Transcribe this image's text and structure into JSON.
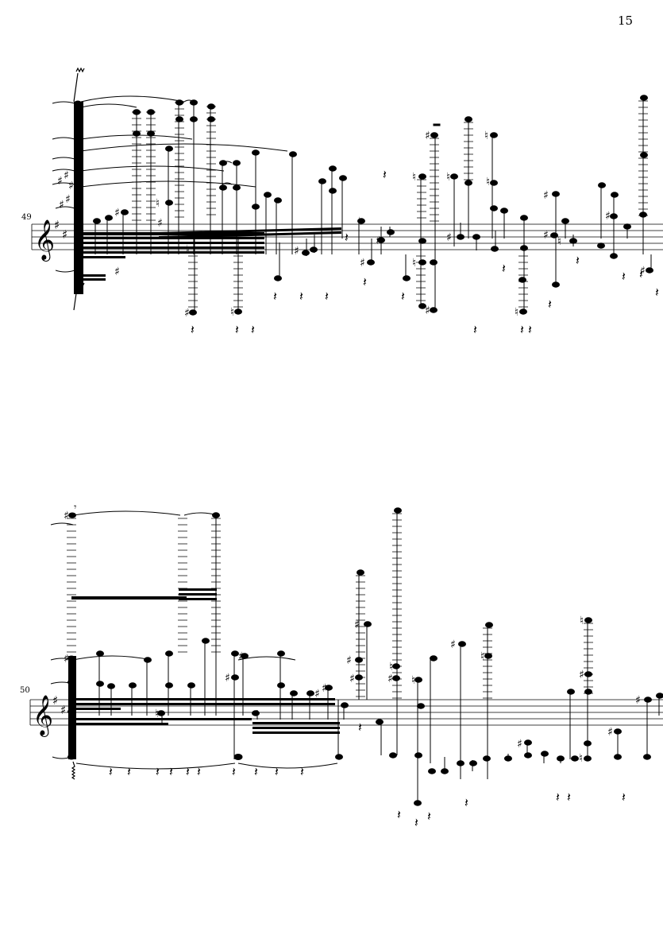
{
  "page": {
    "number": "15"
  },
  "systems": [
    {
      "measure_number": "49",
      "clef": "treble-clef",
      "key_signature": "D major (2 sharps)"
    },
    {
      "measure_number": "50",
      "clef": "treble-clef",
      "key_signature": "D major (2 sharps)"
    }
  ],
  "icons": [
    "treble-clef-icon",
    "sharp-icon",
    "natural-icon",
    "quarter-rest-icon",
    "arpeggio-icon",
    "tie-icon"
  ]
}
